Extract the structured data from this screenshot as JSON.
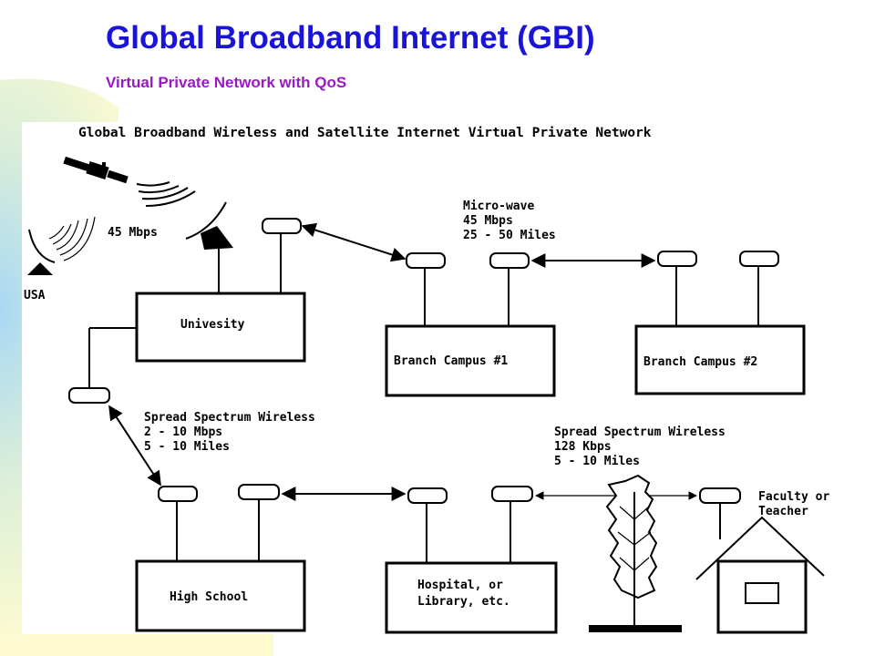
{
  "slide": {
    "title": "Global Broadband Internet (GBI)",
    "subtitle": "Virtual Private Network with QoS"
  },
  "diagram": {
    "title": "Global Broadband Wireless and Satellite Internet Virtual Private Network",
    "satellite_rate": "45 Mbps",
    "usa_label": "USA",
    "nodes": {
      "university": "Univesity",
      "branch1": "Branch Campus #1",
      "branch2": "Branch Campus #2",
      "high_school": "High School",
      "hospital_line1": "Hospital, or",
      "hospital_line2": "Library, etc.",
      "faculty_line1": "Faculty or",
      "faculty_line2": "Teacher"
    },
    "links": {
      "microwave": [
        "Micro-wave",
        "45 Mbps",
        "25 - 50 Miles"
      ],
      "spread1": [
        "Spread Spectrum Wireless",
        "2 - 10 Mbps",
        "5 - 10 Miles"
      ],
      "spread2": [
        "Spread Spectrum Wireless",
        "128 Kbps",
        "5 - 10 Miles"
      ]
    }
  }
}
